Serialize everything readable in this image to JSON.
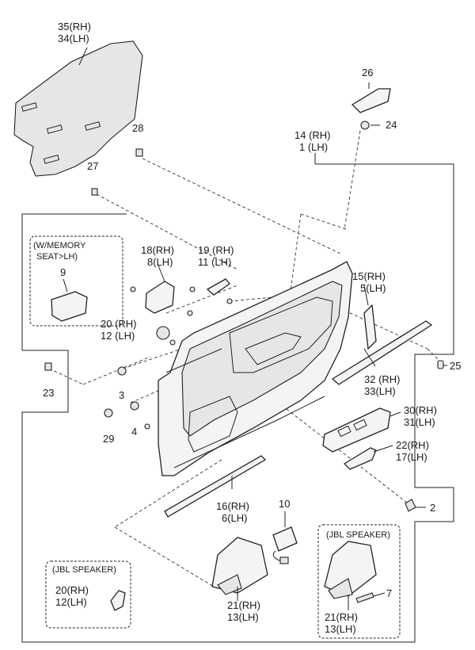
{
  "labels": {
    "l35_34": [
      "35(RH)",
      "34(LH)"
    ],
    "l26": "26",
    "l28": "28",
    "l24": "24",
    "l14_1": [
      "14 (RH)",
      "1 (LH)"
    ],
    "l27": "27",
    "l9": "9",
    "l18_8": [
      "18(RH)",
      "8(LH)"
    ],
    "l19_11": [
      "19 (RH)",
      "11 (LH)"
    ],
    "l15_5": [
      "15(RH)",
      "5(LH)"
    ],
    "l20_12": [
      "20 (RH)",
      "12 (LH)"
    ],
    "l25": "25",
    "l23": "23",
    "l3": "3",
    "l4": "4",
    "l29": "29",
    "l32_33": [
      "32 (RH)",
      "33(LH)"
    ],
    "l30_31": [
      "30(RH)",
      "31(LH)"
    ],
    "l22_17": [
      "22(RH)",
      "17(LH)"
    ],
    "l2": "2",
    "l16_6": [
      "16(RH)",
      "6(LH)"
    ],
    "l10": "10",
    "l20_12b": [
      "20(RH)",
      "12(LH)"
    ],
    "l21_13a": [
      "21(RH)",
      "13(LH)"
    ],
    "l21_13b": [
      "21(RH)",
      "13(LH)"
    ],
    "l7": "7"
  },
  "boxes": {
    "memory": [
      "(W/MEMORY",
      "SEAT>LH)"
    ],
    "jbl_left": "(JBL SPEAKER)",
    "jbl_right": "(JBL SPEAKER)"
  }
}
